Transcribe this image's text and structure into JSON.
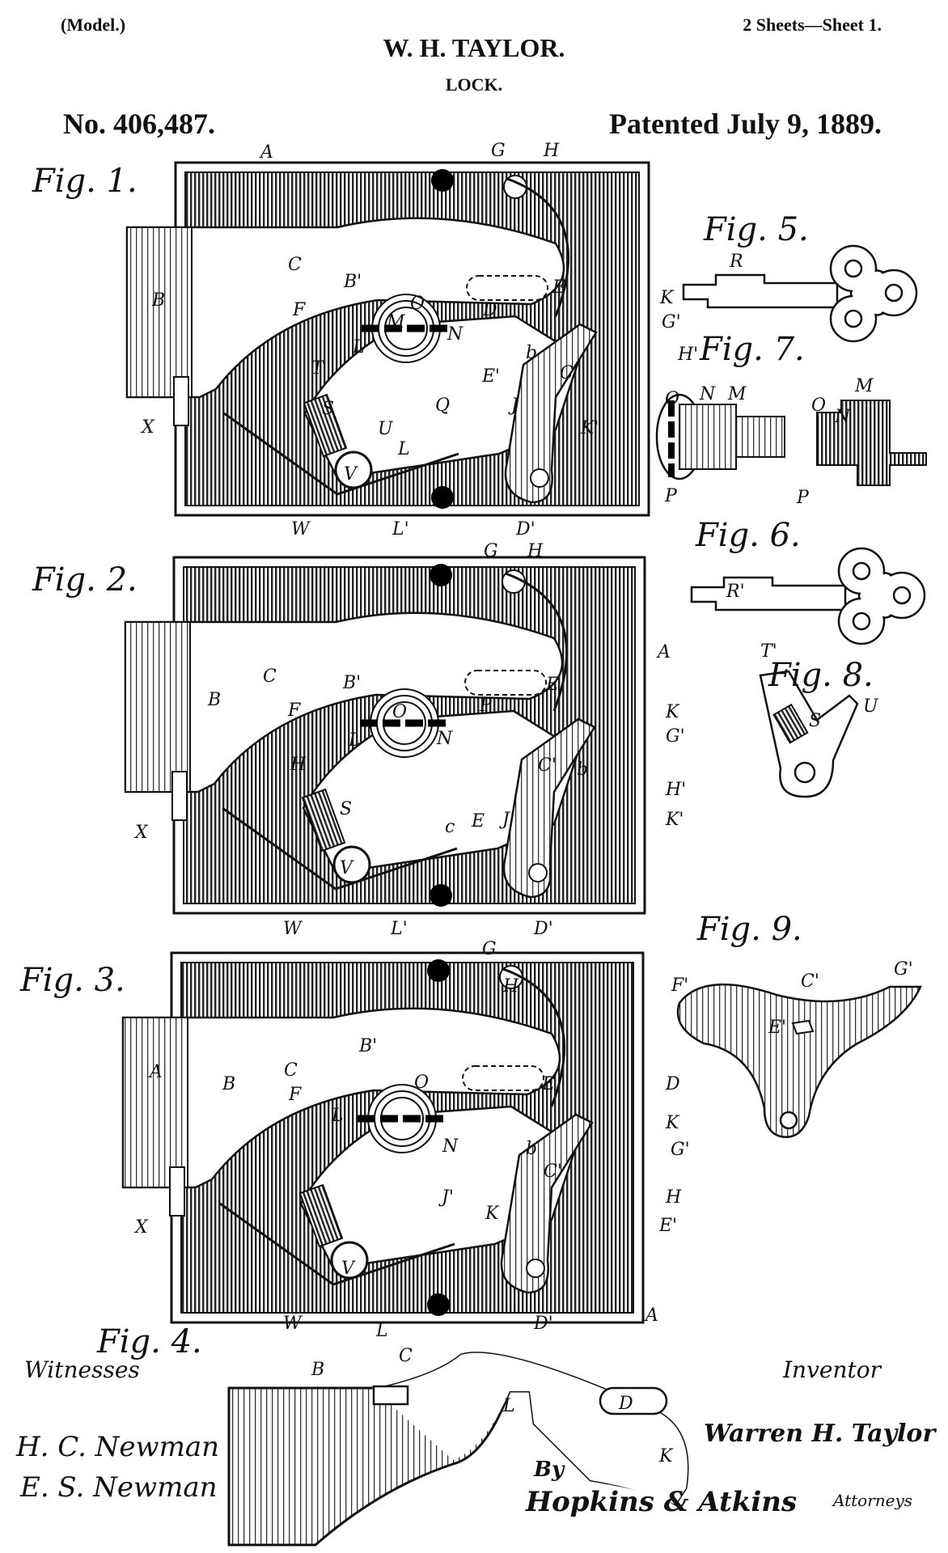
{
  "header": {
    "model": "(Model.)",
    "sheets": "2 Sheets—Sheet 1.",
    "inventor_name": "W. H. TAYLOR.",
    "title": "LOCK.",
    "patent_number": "No. 406,487.",
    "patent_date": "Patented July 9, 1889."
  },
  "figures": {
    "fig1": {
      "title": "Fig. 1.",
      "labels": [
        "A",
        "G",
        "H",
        "C",
        "B'",
        "E",
        "D",
        "K",
        "B",
        "F",
        "M",
        "O",
        "N",
        "G'",
        "L",
        "H'",
        "T",
        "b",
        "C'",
        "S",
        "E'",
        "Q",
        "J",
        "K'",
        "X",
        "U",
        "L",
        "V",
        "W",
        "L'",
        "D'"
      ]
    },
    "fig2": {
      "title": "Fig. 2.",
      "labels": [
        "G",
        "H",
        "A",
        "C",
        "B'",
        "E",
        "B",
        "F",
        "O",
        "P",
        "K",
        "N",
        "G'",
        "L",
        "C'",
        "H",
        "b",
        "H'",
        "S",
        "E",
        "J",
        "K'",
        "X",
        "c",
        "V",
        "W",
        "L'",
        "D'"
      ]
    },
    "fig3": {
      "title": "Fig. 3.",
      "labels": [
        "G",
        "H",
        "B'",
        "C",
        "A",
        "B",
        "F",
        "E",
        "O",
        "D",
        "L",
        "N",
        "K",
        "G'",
        "C'",
        "b",
        "H",
        "J'",
        "K",
        "E'",
        "X",
        "V",
        "W",
        "L",
        "D'",
        "A"
      ]
    },
    "fig4": {
      "title": "Fig. 4.",
      "labels": [
        "B",
        "C",
        "L",
        "D",
        "K"
      ]
    },
    "fig5": {
      "title": "Fig. 5.",
      "labels": [
        "R"
      ]
    },
    "fig6": {
      "title": "Fig. 6.",
      "labels": [
        "R'"
      ]
    },
    "fig7": {
      "title": "Fig. 7.",
      "labels": [
        "O",
        "N",
        "M",
        "P",
        "M",
        "O",
        "N",
        "P"
      ]
    },
    "fig8": {
      "title": "Fig. 8.",
      "labels": [
        "T'",
        "S",
        "U"
      ]
    },
    "fig9": {
      "title": "Fig. 9.",
      "labels": [
        "F'",
        "C'",
        "G'",
        "E'"
      ]
    }
  },
  "signatures": {
    "witnesses_label": "Witnesses",
    "witness_1": "H. C. Newman",
    "witness_2": "E. S. Newman",
    "inventor_label": "Inventor",
    "inventor_signature": "Warren H. Taylor",
    "by": "By",
    "attorneys_signature": "Hopkins & Atkins",
    "attorneys_label": "Attorneys"
  }
}
